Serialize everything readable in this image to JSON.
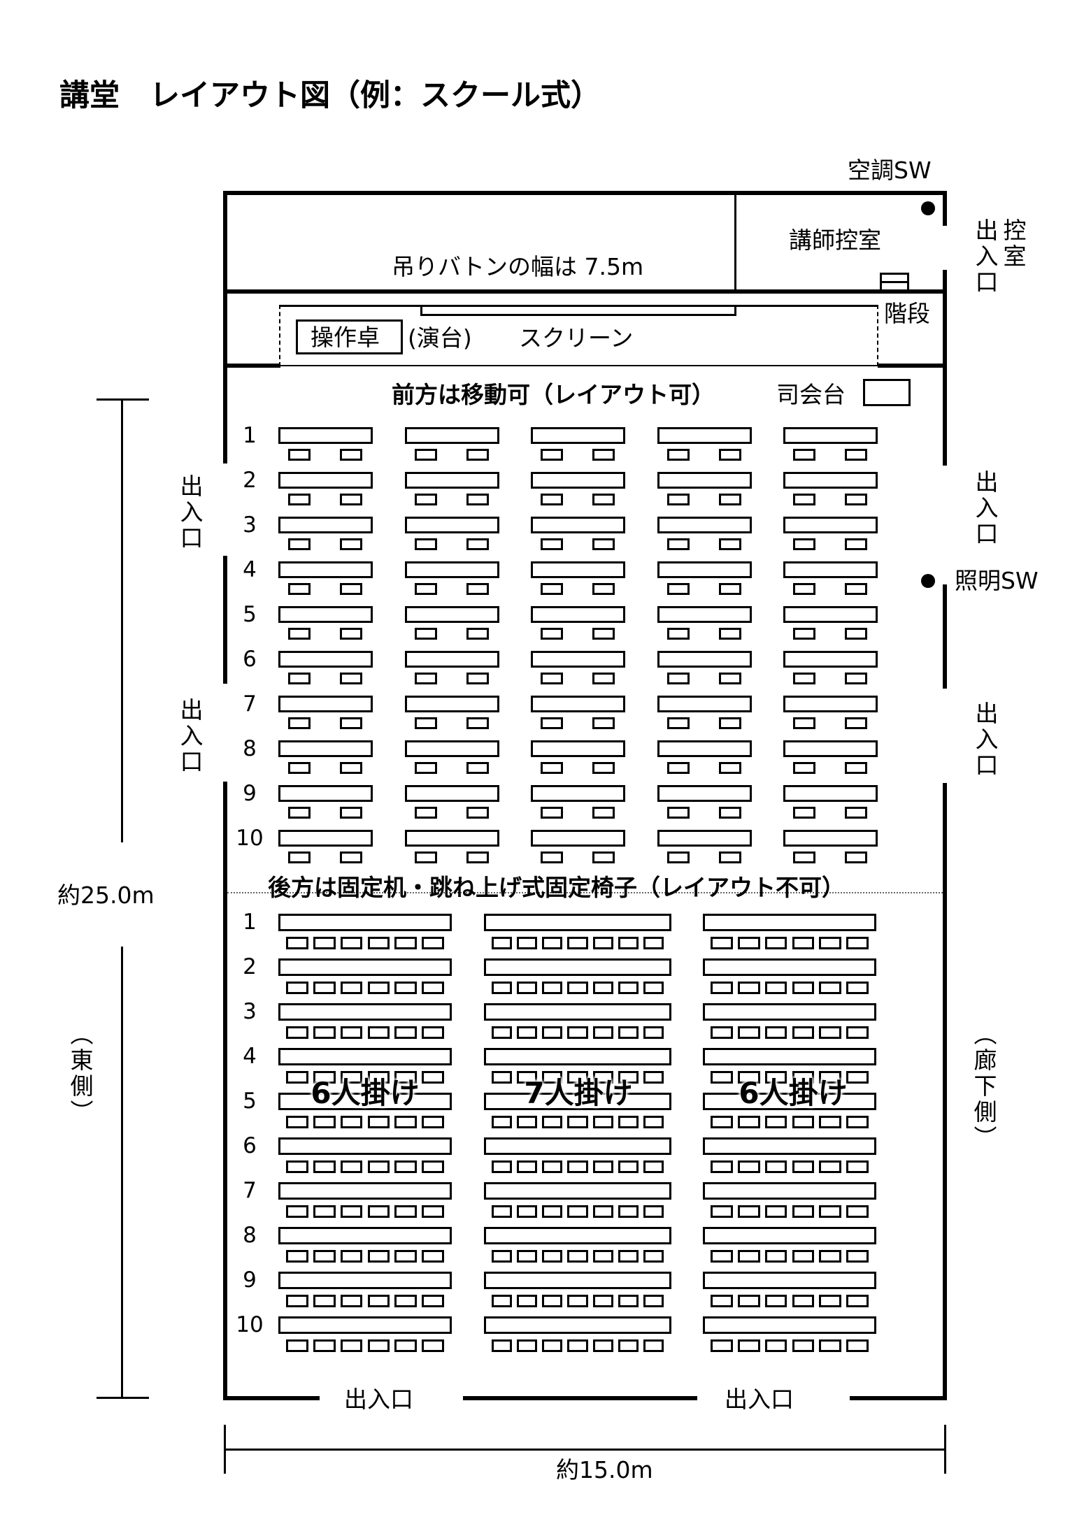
{
  "title": "講堂　レイアウト図（例：スクール式）",
  "labels": {
    "aircon_sw": "空調SW",
    "lecturer_room": "講師控室",
    "baton": "吊りバトンの幅は 7.5m",
    "control_desk": "操作卓",
    "podium": "(演台)",
    "screen": "スクリーン",
    "stairs": "階段",
    "mc_stand": "司会台",
    "exit_anteroom_a": "出入口",
    "exit_anteroom_b": "控室",
    "exit": "出入口",
    "lighting_sw": "照明SW",
    "east_side": "（東側）",
    "corridor_side": "（廊下側）",
    "length": "約25.0m",
    "width": "約15.0m"
  },
  "front": {
    "heading": "前方は移動可（レイアウト可）",
    "rows": [
      "1",
      "2",
      "3",
      "4",
      "5",
      "6",
      "7",
      "8",
      "9",
      "10"
    ],
    "columns": 5,
    "chairs_per_desk": 2
  },
  "back": {
    "heading": "後方は固定机・跳ね上げ式固定椅子（レイアウト不可）",
    "rows": [
      "1",
      "2",
      "3",
      "4",
      "5",
      "6",
      "7",
      "8",
      "9",
      "10"
    ],
    "groups": [
      {
        "label": "6人掛け",
        "seats": 6
      },
      {
        "label": "7人掛け",
        "seats": 7
      },
      {
        "label": "6人掛け",
        "seats": 6
      }
    ]
  }
}
